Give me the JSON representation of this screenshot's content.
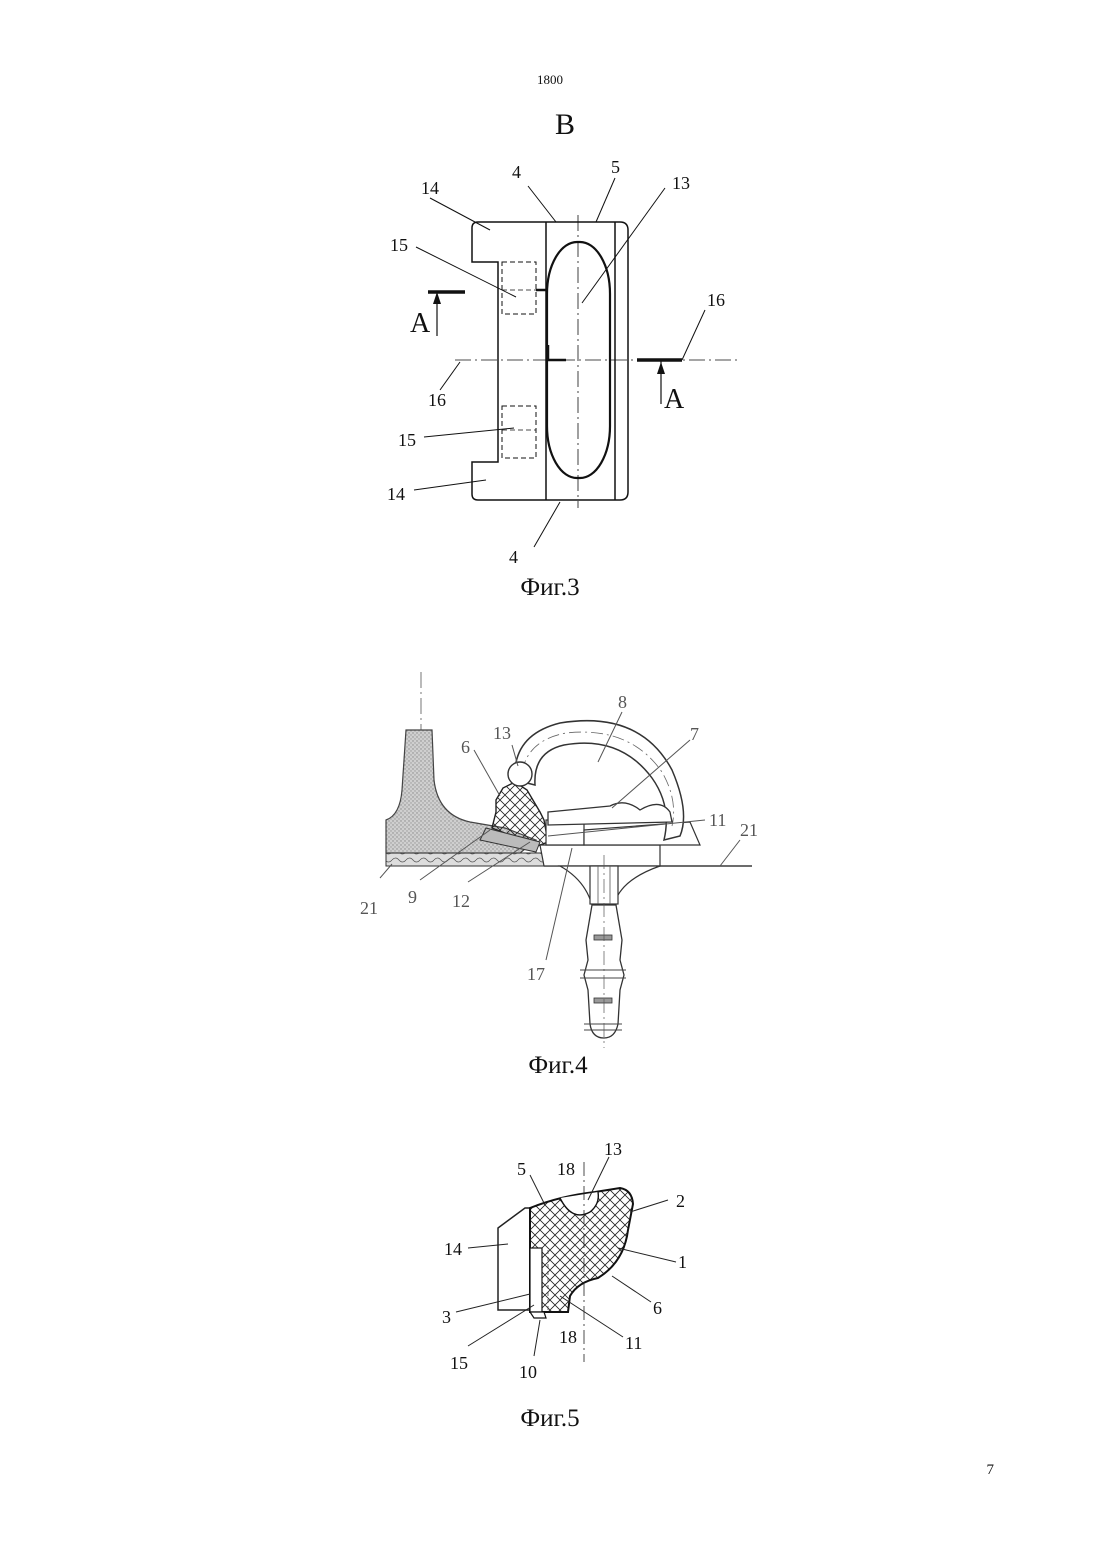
{
  "header": {
    "number": "1800",
    "view_letter": "B"
  },
  "page_number": "7",
  "fig3": {
    "caption": "Фиг.3",
    "labels": {
      "l4a": "4",
      "l5": "5",
      "l13": "13",
      "l14a": "14",
      "l15a": "15",
      "l16a": "16",
      "l16b": "16",
      "l15b": "15",
      "l14b": "14",
      "l4b": "4",
      "secA1": "A",
      "secA2": "A"
    }
  },
  "fig4": {
    "caption": "Фиг.4",
    "labels": {
      "l8": "8",
      "l13": "13",
      "l7": "7",
      "l6": "6",
      "l11": "11",
      "l21a": "21",
      "l21b": "21",
      "l9": "9",
      "l12": "12",
      "l17": "17"
    }
  },
  "fig5": {
    "caption": "Фиг.5",
    "labels": {
      "l13": "13",
      "l5": "5",
      "l18a": "18",
      "l2": "2",
      "l14": "14",
      "l1": "1",
      "l6": "6",
      "l3": "3",
      "l18b": "18",
      "l11": "11",
      "l15": "15",
      "l10": "10"
    }
  }
}
